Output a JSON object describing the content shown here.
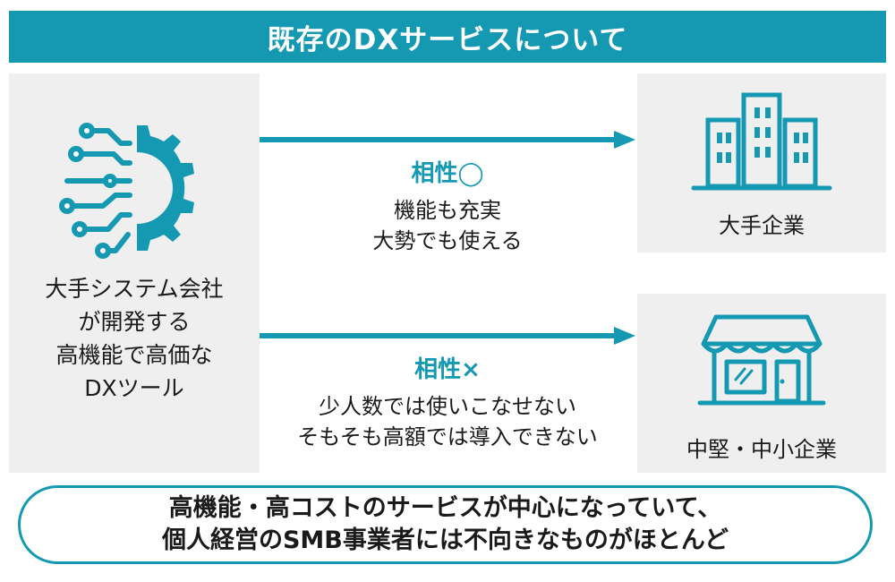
{
  "header": {
    "title": "既存のDXサービスについて"
  },
  "left_panel": {
    "icon": "gear-circuit-icon",
    "lines": [
      "大手システム会社",
      "が開発する",
      "高機能で高価な",
      "DXツール"
    ]
  },
  "upper_path": {
    "title": "相性◯",
    "lines": [
      "機能も充実",
      "大勢でも使える"
    ],
    "target_icon": "office-building-icon",
    "target_label": "大手企業"
  },
  "lower_path": {
    "title": "相性×",
    "lines": [
      "少人数では使いこなせない",
      "そもそも高額では導入できない"
    ],
    "target_icon": "storefront-icon",
    "target_label": "中堅・中小企業"
  },
  "footer": {
    "lines": [
      "高機能・高コストのサービスが中心になっていて、",
      "個人経営のSMB事業者には不向きなものがほとんど"
    ]
  },
  "colors": {
    "accent": "#1599b3",
    "panel": "#efefef"
  }
}
